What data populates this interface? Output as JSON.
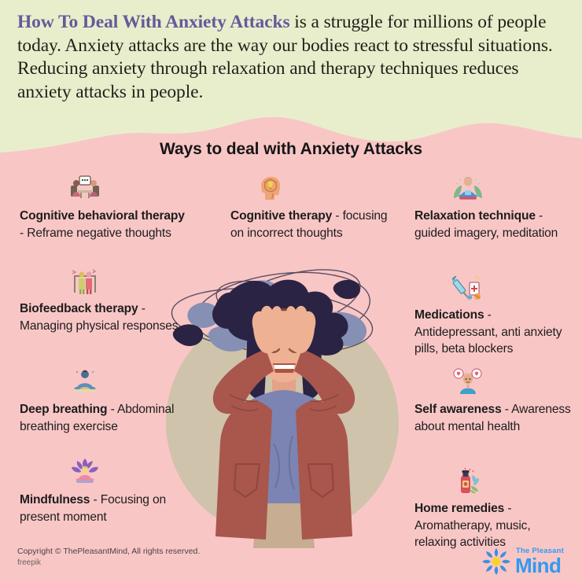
{
  "colors": {
    "background_pink": "#f9c6c6",
    "background_green": "#e8eecb",
    "heading_purple": "#645a9b",
    "body_text": "#1d1d1d",
    "logo_blue": "#2f9bf0",
    "logo_yellow": "#fcd22a",
    "illustration_circle": "#cfc3ab",
    "jacket_brown": "#a9564c",
    "shirt_blue": "#7b84b2",
    "hair_navy": "#2b2344"
  },
  "intro": {
    "lede": "How To Deal With Anxiety Attacks",
    "rest": " is a struggle for millions of people today. Anxiety attacks are the way our bodies react to stressful situations. Reducing anxiety through relaxation and therapy techniques reduces anxiety attacks in people."
  },
  "section_title": "Ways to deal with Anxiety Attacks",
  "tips": [
    {
      "id": "cognitive-behavioral-therapy",
      "icon": "therapy-session-icon",
      "title": "Cognitive behavioral therapy",
      "separator": " - ",
      "detail": "Reframe negative thoughts",
      "column": "left"
    },
    {
      "id": "biofeedback-therapy",
      "icon": "biofeedback-people-icon",
      "title": "Biofeedback therapy",
      "separator": " - ",
      "detail": "Managing physical responses",
      "column": "left"
    },
    {
      "id": "deep-breathing",
      "icon": "meditating-person-icon",
      "title": "Deep breathing",
      "separator": " - ",
      "detail": "Abdominal breathing exercise",
      "column": "left"
    },
    {
      "id": "mindfulness",
      "icon": "lotus-meditation-icon",
      "title": "Mindfulness",
      "separator": " - ",
      "detail": "Focusing on present moment",
      "column": "left"
    },
    {
      "id": "cognitive-therapy",
      "icon": "head-lightbulb-icon",
      "title": "Cognitive therapy",
      "separator": " - ",
      "detail": "focusing on incorrect thoughts",
      "column": "middle"
    },
    {
      "id": "relaxation-technique",
      "icon": "relaxation-leaves-icon",
      "title": "Relaxation technique",
      "separator": " - ",
      "detail": "guided imagery, meditation",
      "column": "right"
    },
    {
      "id": "medications",
      "icon": "syringe-pills-icon",
      "title": "Medications",
      "separator": " - ",
      "detail": "Antidepressant, anti anxiety pills, beta blockers",
      "column": "right"
    },
    {
      "id": "self-awareness",
      "icon": "person-thought-bubbles-icon",
      "title": "Self awareness",
      "separator": " - ",
      "detail": "Awareness about mental health",
      "column": "right"
    },
    {
      "id": "home-remedies",
      "icon": "essential-oil-bottle-icon",
      "title": "Home remedies",
      "separator": " - ",
      "detail": "Aromatherapy, music, relaxing activities",
      "column": "right"
    }
  ],
  "illustration": {
    "name": "stressed-woman-holding-head-illustration",
    "description": "Woman with hands on her head, dark scribbled cloud of anxious thoughts above, beige circle background"
  },
  "footer": {
    "copyright": "Copyright © ThePleasantMind, All rights reserved.",
    "attribution": "freepik"
  },
  "logo": {
    "mark": "starburst-flower-icon",
    "line1": "The Pleasant",
    "line2": "Mind"
  }
}
